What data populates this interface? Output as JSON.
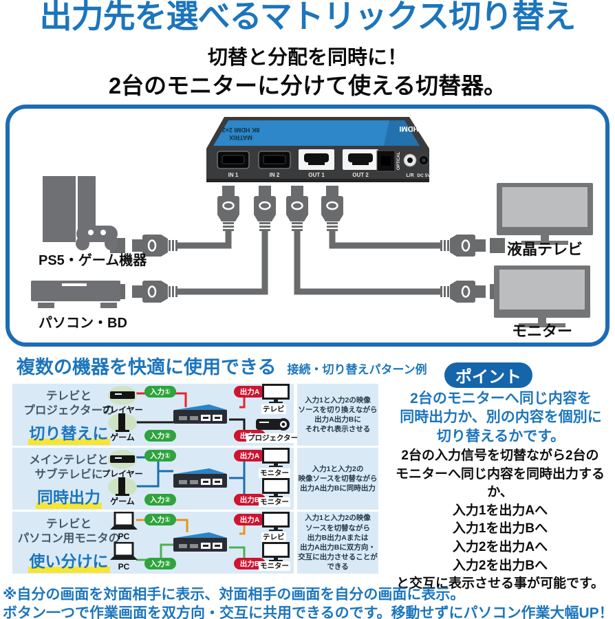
{
  "header": {
    "title": "出力先を選べるマトリックス切り替え",
    "subtitle1": "切替と分配を同時に！",
    "subtitle2": "2台のモニターに分けて使える切替器。"
  },
  "device": {
    "top_label_line1": "8K HDMI 2×2",
    "top_label_line2": "MATRIX",
    "logo": "8K HDMI",
    "ports": {
      "in1": "IN 1",
      "in2": "IN 2",
      "out1": "OUT 1",
      "out2": "OUT 2",
      "optical": "OPTICAL",
      "lr": "L/R",
      "dc": "DC 5V"
    }
  },
  "diagram_labels": {
    "source1": "PS5・ゲーム機器",
    "source2": "パソコン・BD",
    "display1": "液晶テレビ",
    "display2": "モニター"
  },
  "patterns_section": {
    "heading": "複数の機器を快適に使用できる",
    "subheading": "接続・切り替えパターン例",
    "rows": [
      {
        "title_lines": "テレビと\nプロジェクターの",
        "keyword": "切り替えに",
        "source1": "プレイヤー",
        "source2": "ゲーム",
        "input1": "入力①",
        "input2": "入力②",
        "output_a": "出力A",
        "output_b": "出力B",
        "dest1": "テレビ",
        "dest2": "プロジェクター",
        "desc": "入力1と入力2の映像\nソースを切り換えながら\n出力A出力Bに\nそれぞれ表示させる"
      },
      {
        "title_lines": "メインテレビと\nサブテレビに",
        "keyword": "同時出力",
        "source1": "プレイヤー",
        "source2": "ゲーム",
        "input1": "入力①",
        "input2": "入力②",
        "output_a": "出力A",
        "output_b": "出力B",
        "dest1": "モニター",
        "dest2": "モニター",
        "desc": "入力1と入力2の\n映像ソースを切替ながら\n出力A出力Bに同時出力"
      },
      {
        "title_lines": "テレビと\nパソコン用モニタの",
        "keyword": "使い分けに",
        "source1": "PC",
        "source2": "PC",
        "input1": "入力①",
        "input2": "入力②",
        "output_a": "出力A",
        "output_b": "出力B",
        "dest1": "テレビ",
        "dest2": "モニター",
        "desc": "入力1と入力2の映像\nソースを切替ながら\n出力B出力Aまたは\n出力A出力Bに双方向・\n交互に出力させることが\nできる"
      }
    ]
  },
  "point": {
    "badge": "ポイント",
    "lead": "2台のモニターへ同じ内容を\n同時出力か、別の内容を個別に\n切り替えるかです。",
    "body": "2台の入力信号を切替ながら2台の\nモニターへ同じ内容を同時出力するか、\n入力1を出力Aへ\n入力1を出力Bへ\n入力2を出力Aへ\n入力2を出力Bへ\nと交互に表示させる事が可能です。"
  },
  "footer": {
    "line1": "※自分の画面を対面相手に表示、対面相手の画面を自分の画面に表示。",
    "line2": "ボタン一つで作業画面を双方向・交互に共用できるのです。移動せずにパソコン作業大幅UP！"
  },
  "colors": {
    "accent_blue": "#1c75bc",
    "border_blue": "#1b6cb5",
    "row_bg": "#d9eaf6",
    "badge_green": "#2fa33c",
    "badge_red": "#ce1431",
    "line_red": "#e8232a",
    "line_blue": "#1b6cb5",
    "line_orange": "#e89420",
    "line_green": "#4cb050",
    "highlight_yellow": "#f7e531",
    "device_gray": "#6f7073",
    "point_badge_bg": "#1565ab"
  }
}
